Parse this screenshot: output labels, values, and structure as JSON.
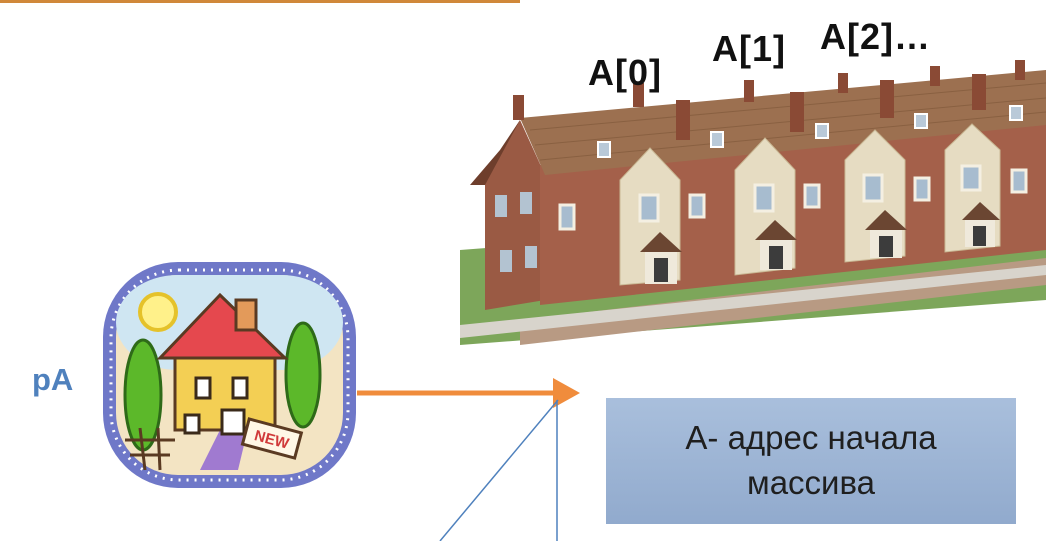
{
  "labels": {
    "a0": "A[0]",
    "a1": "A[1]",
    "a2": "A[2]…",
    "pointer": "pA"
  },
  "callout": {
    "line1": "А- адрес начала",
    "line2": "массива"
  },
  "icons": {
    "row_houses": "row-of-townhouses-image",
    "house": "cartoon-house-new-sign-image"
  },
  "colors": {
    "pointer_label": "#4f81bd",
    "arrow": "#f08c3c",
    "callout_bg": "#9bb3d5",
    "leader_line": "#4f81bd",
    "top_rule": "#d0883a"
  }
}
